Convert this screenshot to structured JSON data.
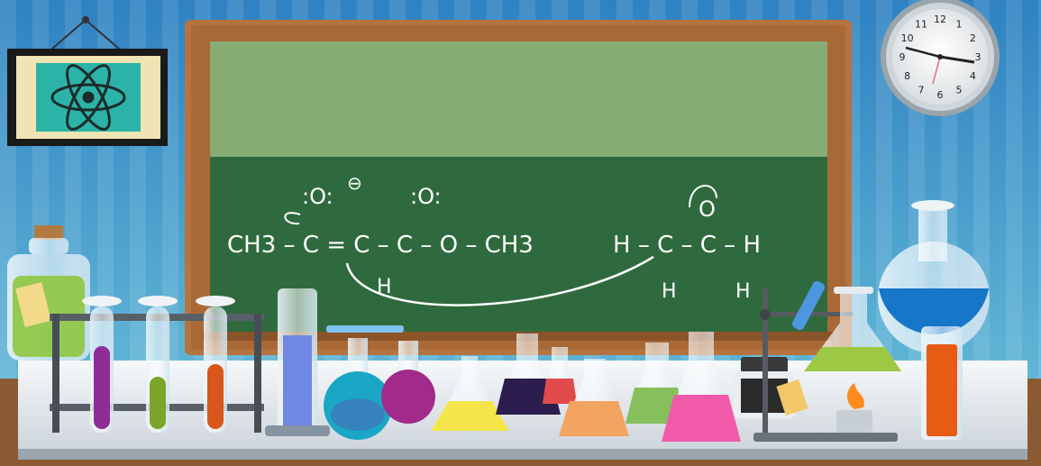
{
  "scene": {
    "colors": {
      "wall_stripe_dark": "#1f6fae",
      "wall_stripe_light": "#3d8fcc",
      "board_top": "#86ad73",
      "board_bottom": "#2f6a3e",
      "frame_wood": "#b4733f",
      "bench_top": "#e6ebf0",
      "bench_shadow": "#9aa5ae"
    },
    "chalkboard": {
      "formula_left": "CH3 – C = C – C – O – CH3",
      "formula_right": "H – C – C – H",
      "top_marks": [
        ":O:",
        ":O:"
      ],
      "bottom_marks": [
        "H",
        "H",
        "H"
      ],
      "charge": "⊖"
    },
    "clock": {
      "numbers": [
        "12",
        "1",
        "2",
        "3",
        "4",
        "5",
        "6",
        "7",
        "8",
        "9",
        "10",
        "11"
      ]
    },
    "icons": {
      "atom_picture": "atom-icon"
    }
  }
}
